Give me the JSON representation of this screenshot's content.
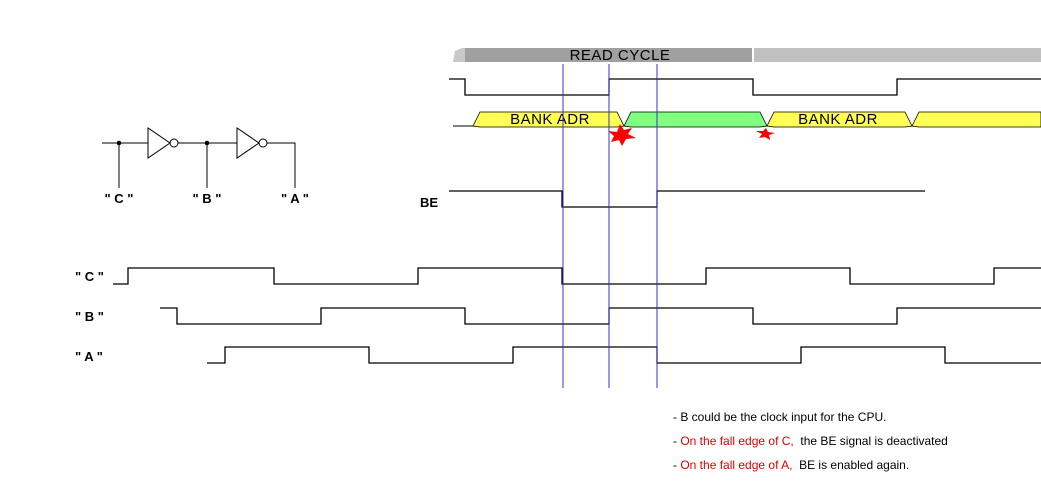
{
  "cycle_label": "READ CYCLE",
  "bus_label_1": "BANK ADR",
  "bus_label_2": "BANK ADR",
  "gate_labels": {
    "c": "\" C \"",
    "b": "\" B \"",
    "a": "\" A \""
  },
  "signal_labels": {
    "be": "BE",
    "c": "\" C \"",
    "b": "\" B \"",
    "a": "\" A \""
  },
  "notes": [
    {
      "prefix": "- ",
      "red": "",
      "text": "B could be the clock input for the CPU."
    },
    {
      "prefix": "- ",
      "red": "On the fall edge of C,",
      "text": "  the BE signal is deactivated"
    },
    {
      "prefix": "- ",
      "red": "On the fall edge of A,",
      "text": "  BE is enabled again."
    }
  ],
  "colors": {
    "bus_yellow": "#ffff55",
    "bus_green": "#80ff80",
    "marker_blue": "#3333cc",
    "cycle_bar": "#a0a0a0",
    "glitch_red": "#ff0000",
    "note_red": "#e00000"
  }
}
